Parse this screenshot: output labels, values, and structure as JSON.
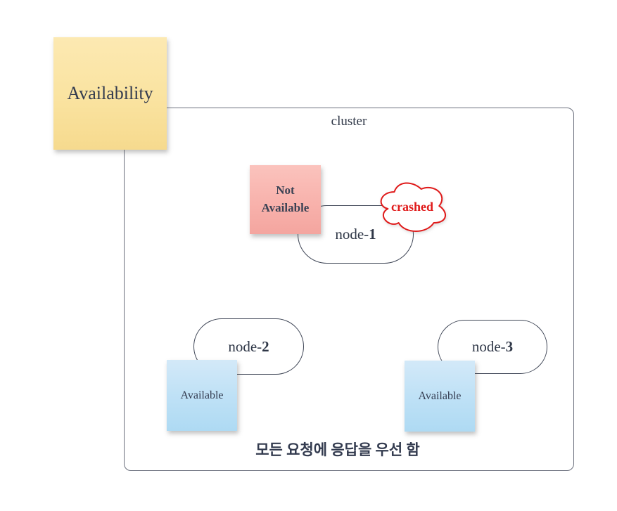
{
  "availability_note": {
    "label": "Availability"
  },
  "cluster": {
    "label": "cluster",
    "caption": "모든 요청에 응답을 우선 함"
  },
  "nodes": [
    {
      "prefix": "node-",
      "number": "1"
    },
    {
      "prefix": "node-",
      "number": "2"
    },
    {
      "prefix": "node-",
      "number": "3"
    }
  ],
  "status_notes": {
    "not_available": {
      "line1": "Not",
      "line2": "Available"
    },
    "available_node2": {
      "label": "Available"
    },
    "available_node3": {
      "label": "Available"
    }
  },
  "cloud": {
    "label": "crashed"
  },
  "colors": {
    "yellow_note": "#fae3a0",
    "pink_note": "#f8b2ac",
    "blue_note": "#bfe1f6",
    "cloud_red": "#e01a1a",
    "ink": "#333b4f",
    "cluster_border": "#6b707d",
    "node_border": "#3f4656",
    "background": "#ffffff"
  }
}
